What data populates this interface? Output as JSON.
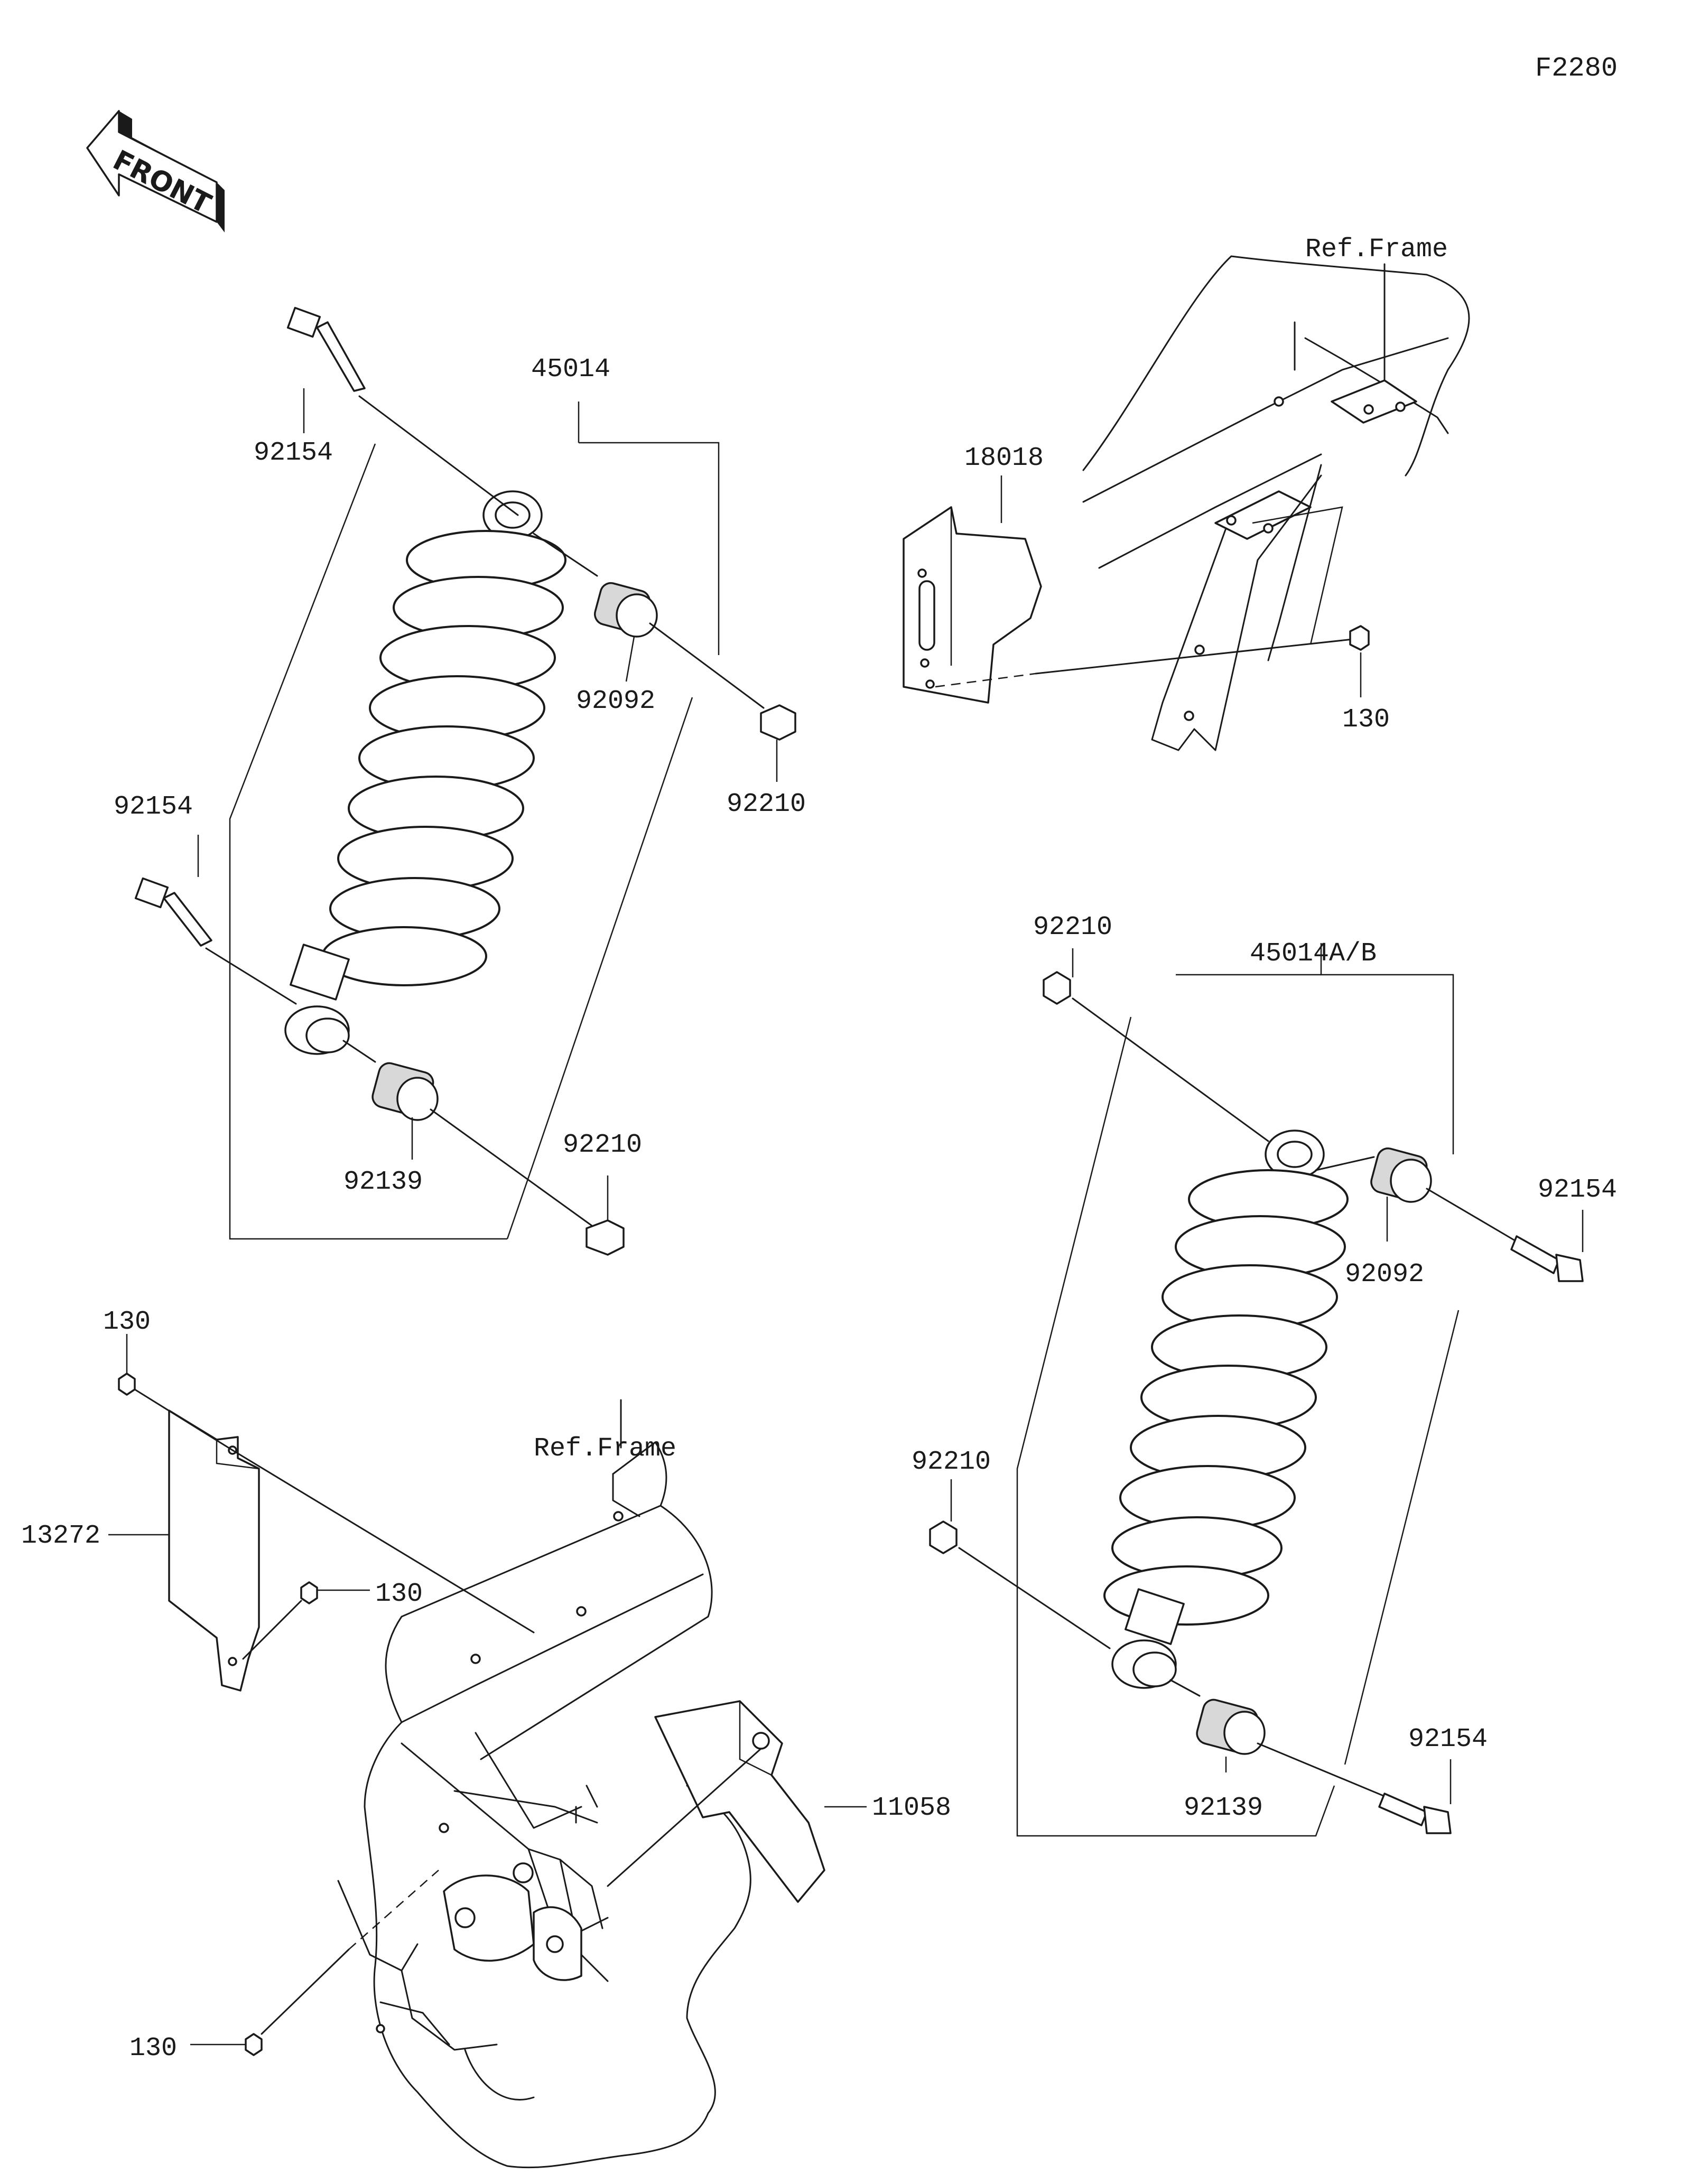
{
  "diagram_code": "F2280",
  "front_label": "FRONT",
  "ref_frame_label": "Ref.Frame",
  "labels": {
    "shock_left_assembly": "45014",
    "shock_right_assembly": "45014A/B",
    "bolt": "92154",
    "nut": "92210",
    "collar": "92092",
    "bushing": "92139",
    "cover_upper": "18018",
    "bolt_small": "130",
    "cover_lower_left": "13272",
    "guard_lower_right": "11058"
  }
}
